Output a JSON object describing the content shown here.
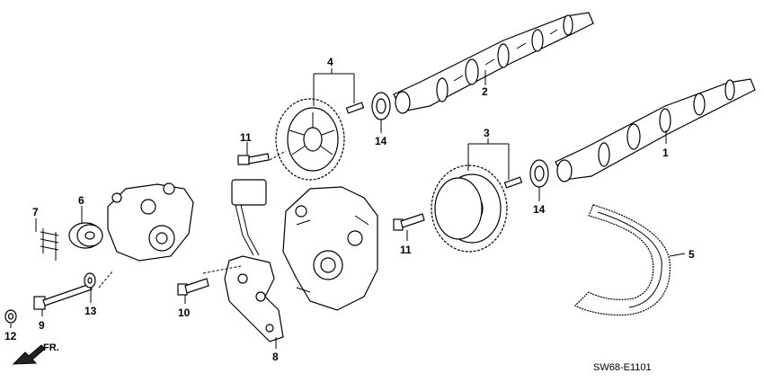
{
  "callouts": {
    "c1": "1",
    "c2": "2",
    "c3": "3",
    "c4": "4",
    "c5": "5",
    "c6": "6",
    "c7": "7",
    "c8": "8",
    "c9": "9",
    "c10": "10",
    "c11a": "11",
    "c11b": "11",
    "c12": "12",
    "c13": "13",
    "c14a": "14",
    "c14b": "14"
  },
  "diagram_code": "SW68-E1101",
  "direction_label": "FR.",
  "icons": [
    "camshaft",
    "cam-pulley",
    "timing-belt",
    "tensioner",
    "bolt",
    "washer",
    "nut",
    "oil-seal",
    "back-cover",
    "engine-block",
    "direction-arrow"
  ]
}
